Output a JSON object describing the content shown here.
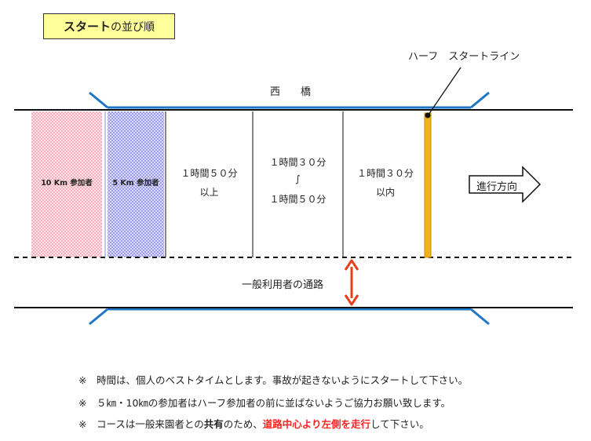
{
  "title": {
    "bold": "スタート",
    "rest": "の並び順"
  },
  "bridge_label": "西　　橋",
  "half_start_label": "ハーフ　スタートライン",
  "zones": [
    {
      "label": "10 Km 参加者"
    },
    {
      "label": "5 Km 参加者"
    },
    {
      "line1": "１時間５０分",
      "line2": "以上"
    },
    {
      "line1": "１時間３０分",
      "line2": "∫",
      "line3": "１時間５０分"
    },
    {
      "line1": "１時間３０分",
      "line2": "以内"
    }
  ],
  "direction_label": "進行方向",
  "passage_label": "一般利用者の通路",
  "notes": [
    {
      "mark": "※",
      "text": "時間は、個人のベストタイムとします。事故が起きないようにスタートして下さい。"
    },
    {
      "mark": "※",
      "text": "５㎞・10㎞の参加者はハーフ参加者の前に並ばないようご協力お願い致します。"
    },
    {
      "mark": "※",
      "pre": "コースは一般来園者との",
      "bold": "共有",
      "mid": "のため、",
      "red": "道路中心より左側を走行",
      "post": "して下さい。"
    }
  ],
  "colors": {
    "highlight": "#ffff99",
    "bridge": "#1f77c4",
    "start_line": "#f0b21e",
    "arrow_red": "#e8401c",
    "emphasis": "#ff2222"
  }
}
